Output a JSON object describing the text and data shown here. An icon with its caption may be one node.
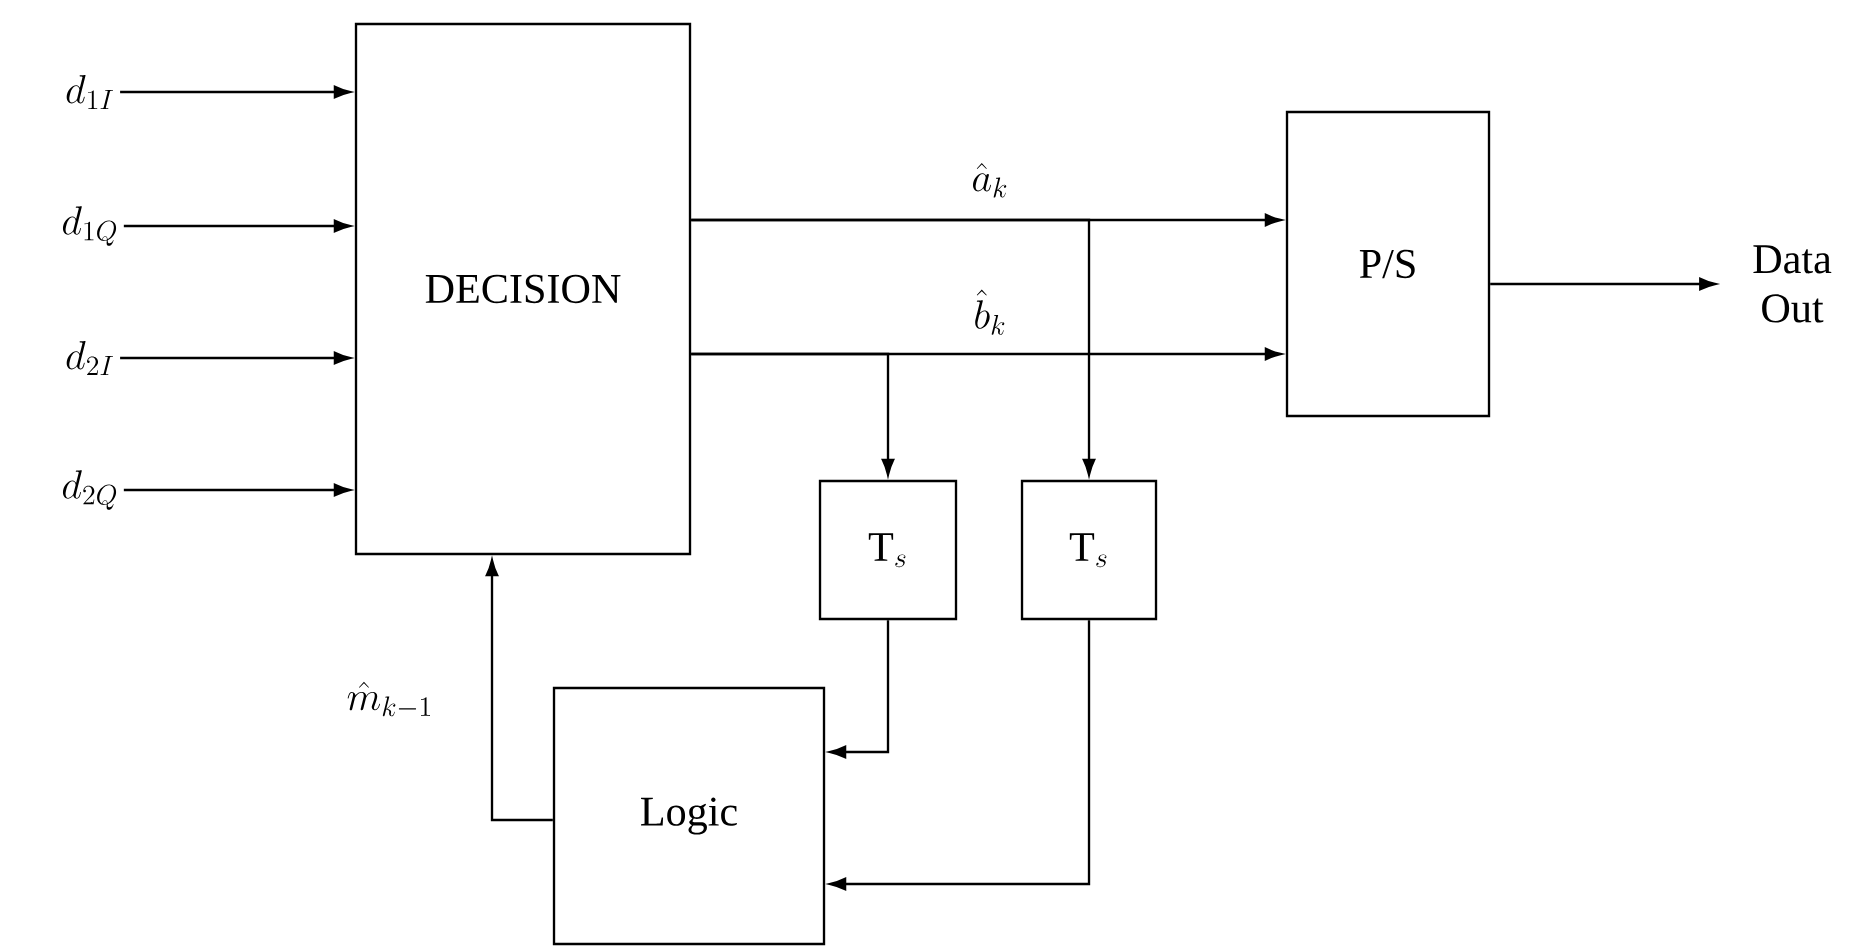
{
  "diagram": {
    "nodes": [
      {
        "text": [
          "DECISION"
        ]
      },
      {
        "text": [
          "P/S"
        ]
      },
      {
        "text": [
          "\\mathrm{T}_s"
        ]
      },
      {
        "text": [
          "\\mathrm{T}_s"
        ]
      },
      {
        "text": [
          "Logic"
        ]
      },
      {
        "text": [
          "d_{1I}"
        ]
      },
      {
        "text": [
          "d_{1Q}"
        ]
      },
      {
        "text": [
          "d_{2I}"
        ]
      },
      {
        "text": [
          "d_{2Q}"
        ]
      },
      {
        "text": [
          "Data Out"
        ]
      }
    ],
    "edges": [
      {
        "from": 5,
        "to": 0,
        "arrow": "to"
      },
      {
        "from": 6,
        "to": 0,
        "arrow": "to"
      },
      {
        "from": 7,
        "to": 0,
        "arrow": "to"
      },
      {
        "from": 8,
        "to": 0,
        "arrow": "to"
      },
      {
        "from": 0,
        "to": 1,
        "arrow": "to",
        "label": "\\hat{a}_k"
      },
      {
        "from": 0,
        "to": 1,
        "arrow": "to",
        "label": "\\hat{b}_k"
      },
      {
        "from": 0,
        "to": 3,
        "arrow": "to"
      },
      {
        "from": 0,
        "to": 2,
        "arrow": "to"
      },
      {
        "from": 2,
        "to": 4,
        "arrow": "to"
      },
      {
        "from": 3,
        "to": 4,
        "arrow": "to"
      },
      {
        "from": 4,
        "to": 0,
        "arrow": "to",
        "label": "\\hat{m}_{k-1}"
      },
      {
        "from": 1,
        "to": 9,
        "arrow": "to"
      }
    ]
  }
}
